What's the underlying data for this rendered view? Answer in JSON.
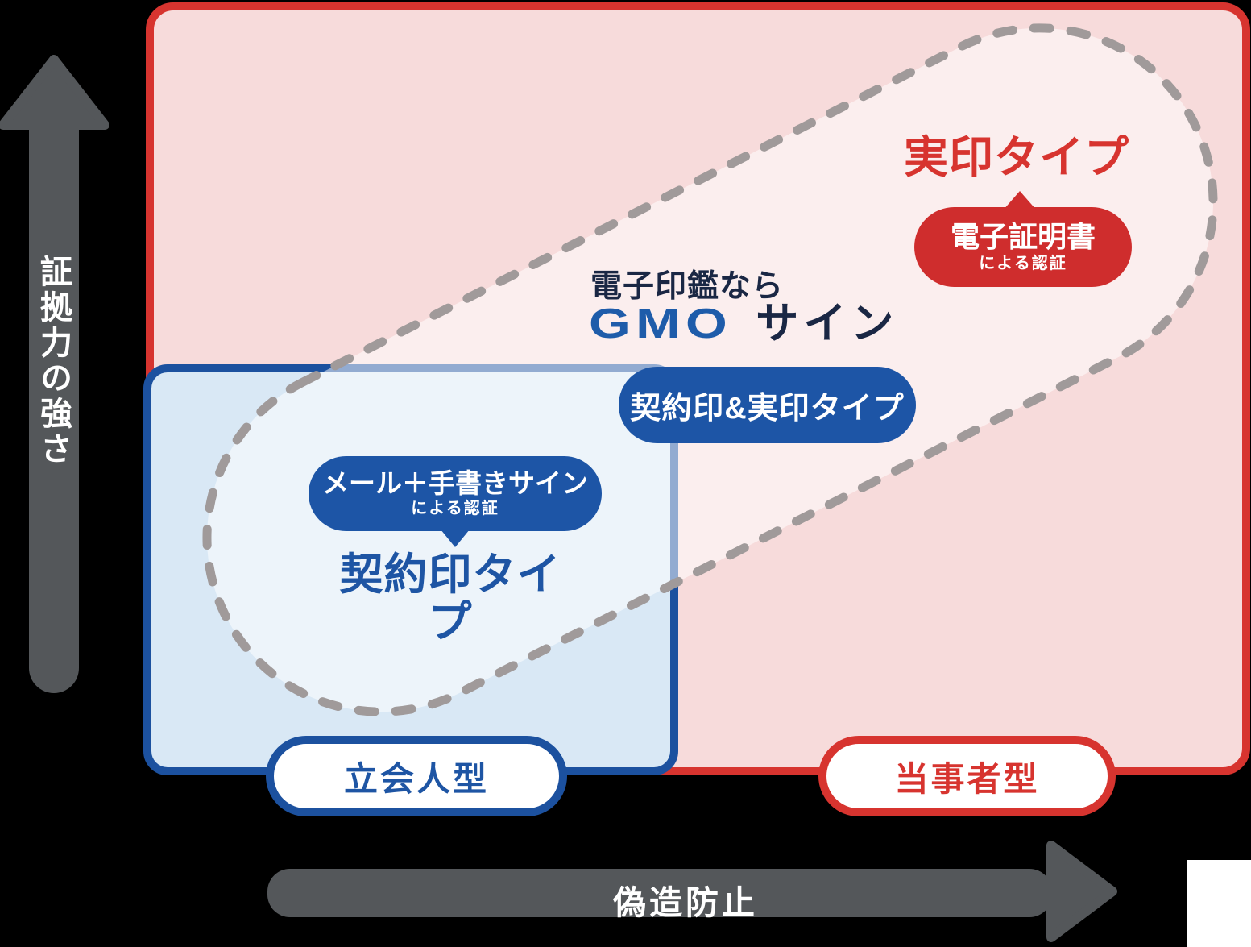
{
  "axes": {
    "y_label": "証拠力の強さ",
    "x_label": "偽造防止"
  },
  "types": {
    "jitsuin": {
      "title": "実印タイプ",
      "bubble_line1": "電子証明書",
      "bubble_line2": "による認証"
    },
    "keiyakuin": {
      "title": "契約印タイプ",
      "bubble_line1": "メール＋手書きサイン",
      "bubble_line2": "による認証"
    },
    "combo": {
      "label": "契約印&実印タイプ"
    }
  },
  "zones": {
    "party_badge": "当事者型",
    "witness_badge": "立会人型"
  },
  "logo": {
    "tagline": "電子印鑑なら",
    "brand": "GMO",
    "product": "サイン"
  },
  "colors": {
    "brand_red": "#d7342f",
    "bubble_red": "#cf2d2d",
    "brand_blue_border": "#1c519f",
    "brand_blue_fill": "#1d55a6",
    "pink_zone_bg": "#f7dbdb",
    "blue_zone_bg": "#d9e8f5",
    "arrow_gray": "#54575a",
    "dash_gray": "#a09a9a",
    "logo_blue": "#1e5caa",
    "logo_navy": "#1a2744"
  }
}
